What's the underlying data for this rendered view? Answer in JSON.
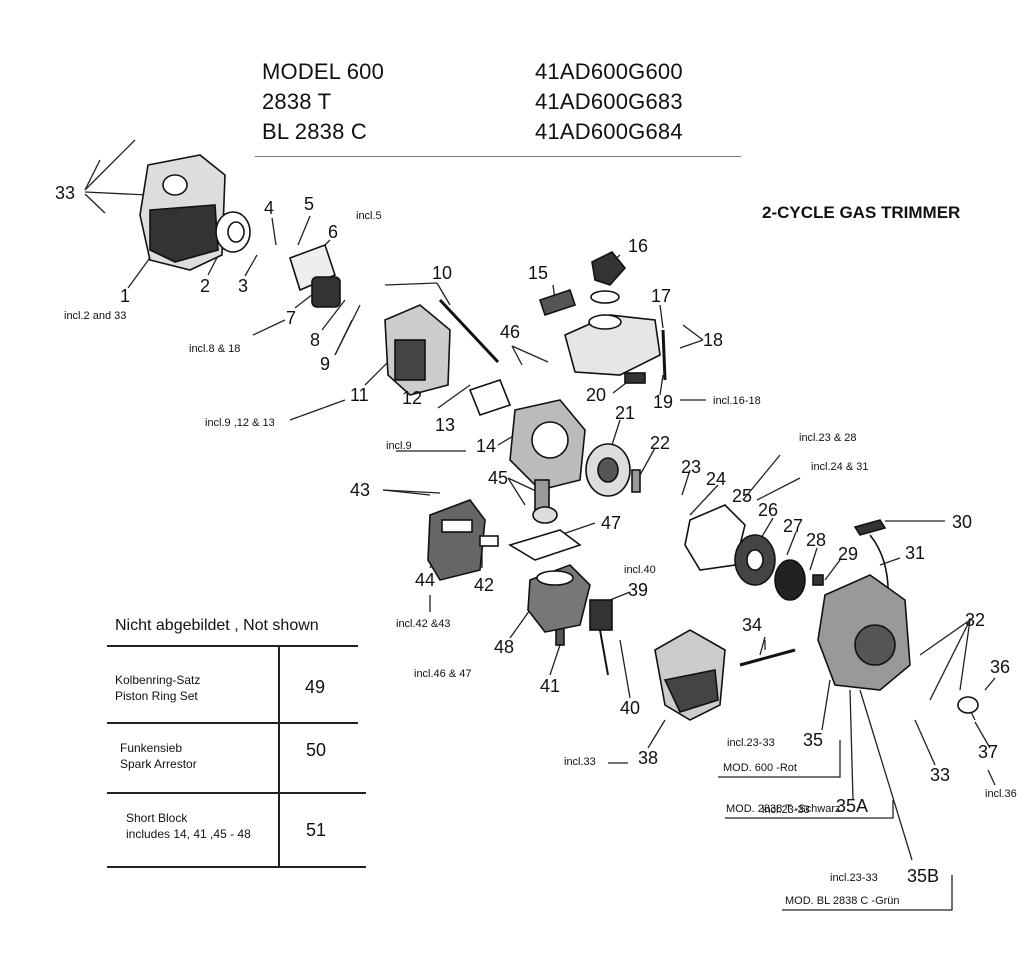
{
  "header": {
    "models": [
      {
        "name": "MODEL 600",
        "code": "41AD600G600"
      },
      {
        "name": "2838 T",
        "code": "41AD600G683"
      },
      {
        "name": "BL 2838 C",
        "code": "41AD600G684"
      }
    ],
    "product": "2-CYCLE GAS TRIMMER"
  },
  "callouts": {
    "n1": "1",
    "n2": "2",
    "n3": "3",
    "n4": "4",
    "n5": "5",
    "n6": "6",
    "n7": "7",
    "n8": "8",
    "n9": "9",
    "n10": "10",
    "n11": "11",
    "n12": "12",
    "n13": "13",
    "n14": "14",
    "n15": "15",
    "n16": "16",
    "n17": "17",
    "n18": "18",
    "n19": "19",
    "n20": "20",
    "n21": "21",
    "n22": "22",
    "n23": "23",
    "n24": "24",
    "n25": "25",
    "n26": "26",
    "n27": "27",
    "n28": "28",
    "n29": "29",
    "n30": "30",
    "n31": "31",
    "n32": "32",
    "n33a": "33",
    "n33b": "33",
    "n34": "34",
    "n35": "35",
    "n35A": "35A",
    "n35B": "35B",
    "n36": "36",
    "n37": "37",
    "n38": "38",
    "n39": "39",
    "n40": "40",
    "n41": "41",
    "n42": "42",
    "n43": "43",
    "n44": "44",
    "n45": "45",
    "n46": "46",
    "n47": "47",
    "n48": "48"
  },
  "notes": {
    "incl5": "incl.5",
    "incl2_33": "incl.2 and 33",
    "incl8_18": "incl.8 & 18",
    "incl9_12_13": "incl.9 ,12 & 13",
    "incl9": "incl.9",
    "incl16_18": "incl.16-18",
    "incl23_28": "incl.23 & 28",
    "incl24_31": "incl.24 & 31",
    "incl40": "incl.40",
    "incl42_43": "incl.42 &43",
    "incl46_47": "incl.46 & 47",
    "incl33": "incl.33",
    "incl36": "incl.36",
    "incl23_33a": "incl.23-33",
    "incl23_33b": "incl.23-33",
    "incl23_33c": "incl.23-33"
  },
  "variants": [
    {
      "label": "MOD. 600 -Rot"
    },
    {
      "label": "MOD. 2838 T -Schwarz"
    },
    {
      "label": "MOD. BL 2838 C -Grün"
    }
  ],
  "not_shown": {
    "title": "Nicht abgebildet , Not shown",
    "rows": [
      {
        "line1": "Kolbenring-Satz",
        "line2": "Piston Ring Set",
        "num": "49"
      },
      {
        "line1": "Funkensieb",
        "line2": "Spark Arrestor",
        "num": "50"
      },
      {
        "line1": "Short Block",
        "line2": "includes 14, 41 ,45 - 48",
        "num": "51"
      }
    ]
  }
}
